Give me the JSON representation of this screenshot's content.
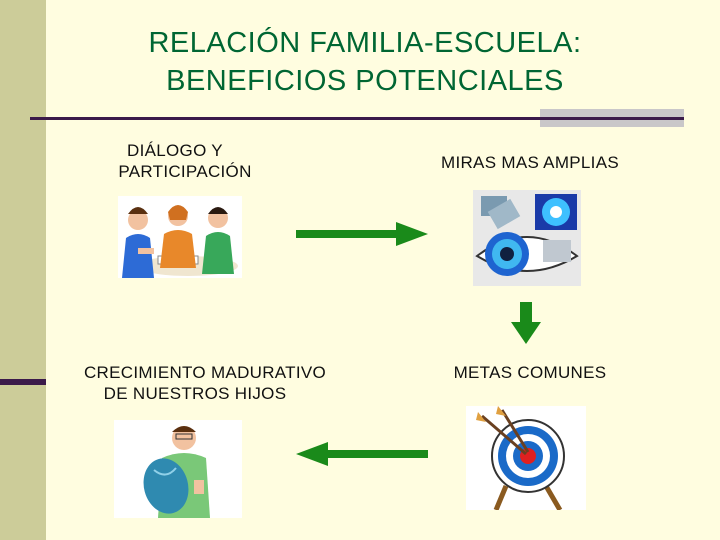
{
  "title": {
    "line1": "RELACIÓN FAMILIA-ESCUELA:",
    "line2": "BENEFICIOS POTENCIALES"
  },
  "nodes": [
    {
      "id": "dialogo",
      "line1": "DIÁLOGO Y",
      "line2": "PARTICIPACIÓN",
      "icon": "people-talking-clipart"
    },
    {
      "id": "miras",
      "line1": "MIRAS MAS AMPLIAS",
      "line2": "",
      "icon": "eye-microscope-clipart"
    },
    {
      "id": "metas",
      "line1": "METAS COMUNES",
      "line2": "",
      "icon": "target-arrows-clipart"
    },
    {
      "id": "crecimiento",
      "line1": "CRECIMIENTO MADURATIVO",
      "line2": "DE NUESTROS HIJOS",
      "icon": "teacher-clipart"
    }
  ],
  "colors": {
    "background": "#fffde0",
    "sidebar": "#cccc99",
    "title": "#006633",
    "arrow": "#1a8a1a",
    "rule": "#3b1a4a"
  }
}
